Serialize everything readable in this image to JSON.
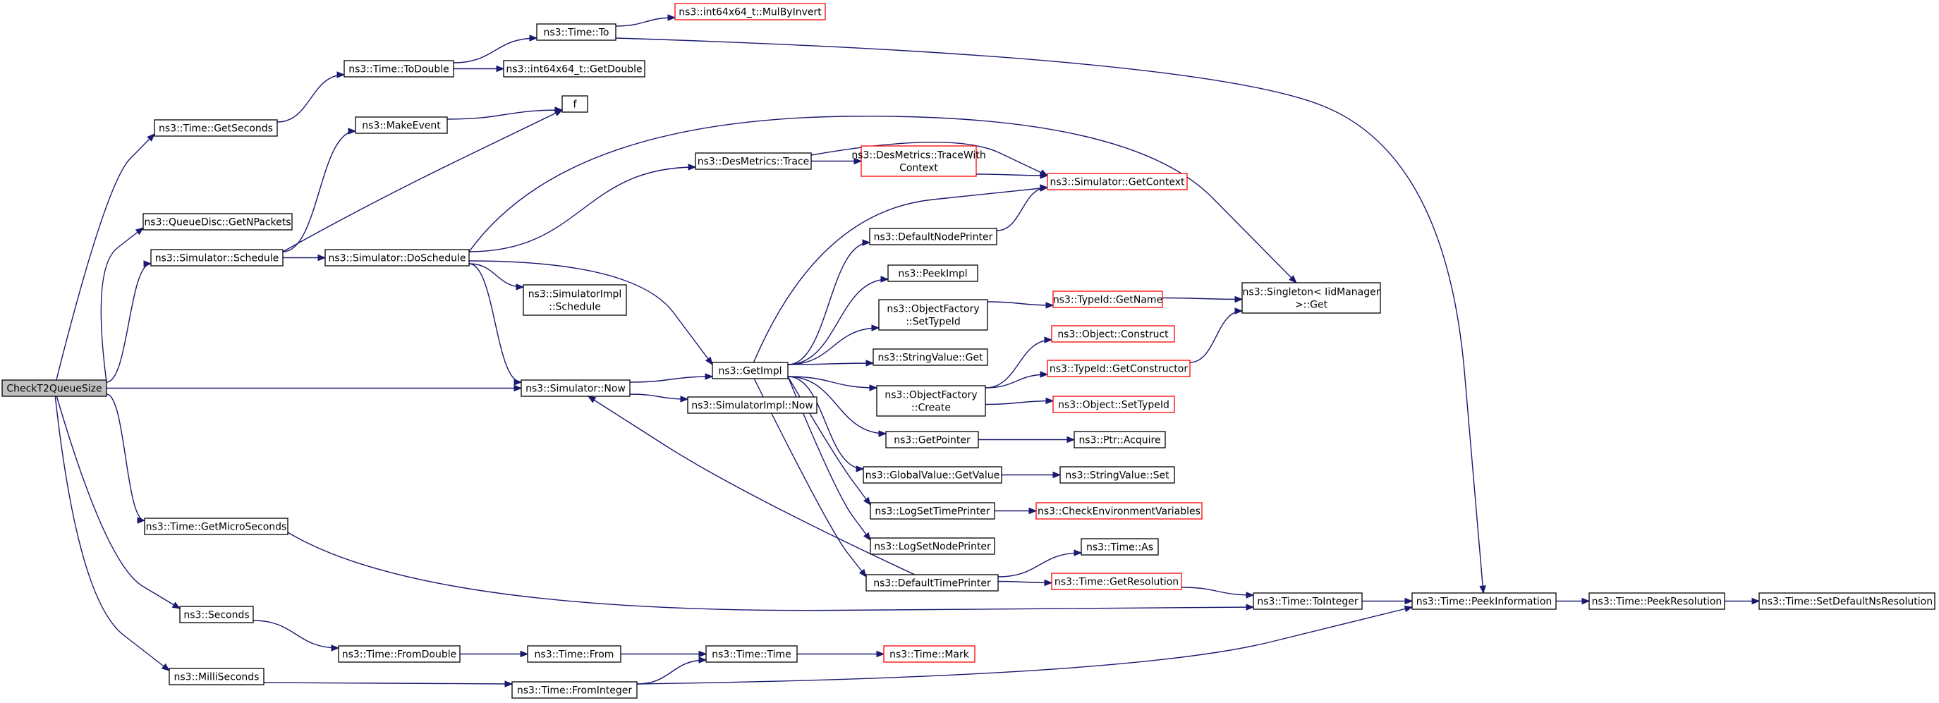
{
  "colors": {
    "edge": "#191970",
    "node_border": "#000000",
    "node_fill": "#ffffff",
    "incomplete_border": "#ff0000",
    "root_fill": "#bfbfbf"
  },
  "graph": {
    "nodes": [
      {
        "id": "root",
        "lines": [
          "CheckT2QueueSize"
        ],
        "style": "root"
      },
      {
        "id": "get_seconds",
        "lines": [
          "ns3::Time::GetSeconds"
        ],
        "style": "normal"
      },
      {
        "id": "get_npackets",
        "lines": [
          "ns3::QueueDisc::GetNPackets"
        ],
        "style": "normal"
      },
      {
        "id": "schedule",
        "lines": [
          "ns3::Simulator::Schedule"
        ],
        "style": "normal"
      },
      {
        "id": "get_micro",
        "lines": [
          "ns3::Time::GetMicroSeconds"
        ],
        "style": "normal"
      },
      {
        "id": "seconds",
        "lines": [
          "ns3::Seconds"
        ],
        "style": "normal"
      },
      {
        "id": "milli",
        "lines": [
          "ns3::MilliSeconds"
        ],
        "style": "normal"
      },
      {
        "id": "to_double",
        "lines": [
          "ns3::Time::ToDouble"
        ],
        "style": "normal"
      },
      {
        "id": "time_to",
        "lines": [
          "ns3::Time::To"
        ],
        "style": "normal"
      },
      {
        "id": "mulbyinvert",
        "lines": [
          "ns3::int64x64_t::MulByInvert"
        ],
        "style": "incomplete"
      },
      {
        "id": "getdouble",
        "lines": [
          "ns3::int64x64_t::GetDouble"
        ],
        "style": "normal"
      },
      {
        "id": "make_event",
        "lines": [
          "ns3::MakeEvent"
        ],
        "style": "normal"
      },
      {
        "id": "f",
        "lines": [
          "f"
        ],
        "style": "normal"
      },
      {
        "id": "do_schedule",
        "lines": [
          "ns3::Simulator::DoSchedule"
        ],
        "style": "normal"
      },
      {
        "id": "des_trace",
        "lines": [
          "ns3::DesMetrics::Trace"
        ],
        "style": "normal"
      },
      {
        "id": "des_trace_ctx",
        "lines": [
          "ns3::DesMetrics::TraceWith",
          "Context"
        ],
        "style": "incomplete"
      },
      {
        "id": "get_context",
        "lines": [
          "ns3::Simulator::GetContext"
        ],
        "style": "incomplete"
      },
      {
        "id": "simimpl_schedule",
        "lines": [
          "ns3::SimulatorImpl",
          "::Schedule"
        ],
        "style": "normal"
      },
      {
        "id": "sim_now",
        "lines": [
          "ns3::Simulator::Now"
        ],
        "style": "normal"
      },
      {
        "id": "get_impl",
        "lines": [
          "ns3::GetImpl"
        ],
        "style": "normal"
      },
      {
        "id": "simimpl_now",
        "lines": [
          "ns3::SimulatorImpl::Now"
        ],
        "style": "normal"
      },
      {
        "id": "default_node_printer",
        "lines": [
          "ns3::DefaultNodePrinter"
        ],
        "style": "normal"
      },
      {
        "id": "peek_impl",
        "lines": [
          "ns3::PeekImpl"
        ],
        "style": "normal"
      },
      {
        "id": "of_settypeid",
        "lines": [
          "ns3::ObjectFactory",
          "::SetTypeId"
        ],
        "style": "normal"
      },
      {
        "id": "typeid_getname",
        "lines": [
          "ns3::TypeId::GetName"
        ],
        "style": "incomplete"
      },
      {
        "id": "singleton_get",
        "lines": [
          "ns3::Singleton< IidManager",
          " >::Get"
        ],
        "style": "normal"
      },
      {
        "id": "object_construct",
        "lines": [
          "ns3::Object::Construct"
        ],
        "style": "incomplete"
      },
      {
        "id": "stringvalue_get",
        "lines": [
          "ns3::StringValue::Get"
        ],
        "style": "normal"
      },
      {
        "id": "typeid_getctor",
        "lines": [
          "ns3::TypeId::GetConstructor"
        ],
        "style": "incomplete"
      },
      {
        "id": "of_create",
        "lines": [
          "ns3::ObjectFactory",
          "::Create"
        ],
        "style": "normal"
      },
      {
        "id": "object_settypeid",
        "lines": [
          "ns3::Object::SetTypeId"
        ],
        "style": "incomplete"
      },
      {
        "id": "get_pointer",
        "lines": [
          "ns3::GetPointer"
        ],
        "style": "normal"
      },
      {
        "id": "ptr_acquire",
        "lines": [
          "ns3::Ptr::Acquire"
        ],
        "style": "normal"
      },
      {
        "id": "gv_getvalue",
        "lines": [
          "ns3::GlobalValue::GetValue"
        ],
        "style": "normal"
      },
      {
        "id": "stringvalue_set",
        "lines": [
          "ns3::StringValue::Set"
        ],
        "style": "normal"
      },
      {
        "id": "log_settimeprinter",
        "lines": [
          "ns3::LogSetTimePrinter"
        ],
        "style": "normal"
      },
      {
        "id": "check_env",
        "lines": [
          "ns3::CheckEnvironmentVariables"
        ],
        "style": "incomplete"
      },
      {
        "id": "log_setnodeprinter",
        "lines": [
          "ns3::LogSetNodePrinter"
        ],
        "style": "normal"
      },
      {
        "id": "time_as",
        "lines": [
          "ns3::Time::As"
        ],
        "style": "normal"
      },
      {
        "id": "default_time_printer",
        "lines": [
          "ns3::DefaultTimePrinter"
        ],
        "style": "normal"
      },
      {
        "id": "time_getresolution",
        "lines": [
          "ns3::Time::GetResolution"
        ],
        "style": "incomplete"
      },
      {
        "id": "time_tointeger",
        "lines": [
          "ns3::Time::ToInteger"
        ],
        "style": "normal"
      },
      {
        "id": "peek_information",
        "lines": [
          "ns3::Time::PeekInformation"
        ],
        "style": "normal"
      },
      {
        "id": "peek_resolution",
        "lines": [
          "ns3::Time::PeekResolution"
        ],
        "style": "normal"
      },
      {
        "id": "set_default_ns",
        "lines": [
          "ns3::Time::SetDefaultNsResolution"
        ],
        "style": "normal"
      },
      {
        "id": "from_double",
        "lines": [
          "ns3::Time::FromDouble"
        ],
        "style": "normal"
      },
      {
        "id": "time_from",
        "lines": [
          "ns3::Time::From"
        ],
        "style": "normal"
      },
      {
        "id": "time_time",
        "lines": [
          "ns3::Time::Time"
        ],
        "style": "normal"
      },
      {
        "id": "time_mark",
        "lines": [
          "ns3::Time::Mark"
        ],
        "style": "incomplete"
      },
      {
        "id": "from_integer",
        "lines": [
          "ns3::Time::FromInteger"
        ],
        "style": "normal"
      }
    ],
    "edges": [
      {
        "from": "root",
        "to": "get_seconds"
      },
      {
        "from": "root",
        "to": "get_npackets"
      },
      {
        "from": "root",
        "to": "schedule"
      },
      {
        "from": "root",
        "to": "sim_now"
      },
      {
        "from": "root",
        "to": "get_micro"
      },
      {
        "from": "root",
        "to": "seconds"
      },
      {
        "from": "root",
        "to": "milli"
      },
      {
        "from": "get_seconds",
        "to": "to_double"
      },
      {
        "from": "to_double",
        "to": "time_to"
      },
      {
        "from": "to_double",
        "to": "getdouble"
      },
      {
        "from": "time_to",
        "to": "mulbyinvert"
      },
      {
        "from": "time_to",
        "to": "peek_information"
      },
      {
        "from": "schedule",
        "to": "make_event"
      },
      {
        "from": "schedule",
        "to": "f"
      },
      {
        "from": "schedule",
        "to": "do_schedule"
      },
      {
        "from": "make_event",
        "to": "f"
      },
      {
        "from": "do_schedule",
        "to": "des_trace"
      },
      {
        "from": "do_schedule",
        "to": "singleton_get"
      },
      {
        "from": "do_schedule",
        "to": "get_impl"
      },
      {
        "from": "do_schedule",
        "to": "simimpl_schedule"
      },
      {
        "from": "do_schedule",
        "to": "sim_now"
      },
      {
        "from": "des_trace",
        "to": "des_trace_ctx"
      },
      {
        "from": "des_trace",
        "to": "get_context"
      },
      {
        "from": "des_trace_ctx",
        "to": "get_context"
      },
      {
        "from": "sim_now",
        "to": "get_impl"
      },
      {
        "from": "sim_now",
        "to": "simimpl_now"
      },
      {
        "from": "get_impl",
        "to": "get_context"
      },
      {
        "from": "get_impl",
        "to": "default_node_printer"
      },
      {
        "from": "get_impl",
        "to": "peek_impl"
      },
      {
        "from": "get_impl",
        "to": "of_settypeid"
      },
      {
        "from": "get_impl",
        "to": "stringvalue_get"
      },
      {
        "from": "get_impl",
        "to": "of_create"
      },
      {
        "from": "get_impl",
        "to": "get_pointer"
      },
      {
        "from": "get_impl",
        "to": "gv_getvalue"
      },
      {
        "from": "get_impl",
        "to": "log_settimeprinter"
      },
      {
        "from": "get_impl",
        "to": "log_setnodeprinter"
      },
      {
        "from": "get_impl",
        "to": "default_time_printer"
      },
      {
        "from": "default_node_printer",
        "to": "get_context"
      },
      {
        "from": "of_settypeid",
        "to": "typeid_getname"
      },
      {
        "from": "typeid_getname",
        "to": "singleton_get"
      },
      {
        "from": "of_create",
        "to": "object_construct"
      },
      {
        "from": "of_create",
        "to": "typeid_getctor"
      },
      {
        "from": "of_create",
        "to": "object_settypeid"
      },
      {
        "from": "typeid_getctor",
        "to": "singleton_get"
      },
      {
        "from": "get_pointer",
        "to": "ptr_acquire"
      },
      {
        "from": "gv_getvalue",
        "to": "stringvalue_set"
      },
      {
        "from": "log_settimeprinter",
        "to": "check_env"
      },
      {
        "from": "default_time_printer",
        "to": "sim_now"
      },
      {
        "from": "default_time_printer",
        "to": "time_as"
      },
      {
        "from": "default_time_printer",
        "to": "time_getresolution"
      },
      {
        "from": "time_getresolution",
        "to": "time_tointeger"
      },
      {
        "from": "get_micro",
        "to": "time_tointeger"
      },
      {
        "from": "time_tointeger",
        "to": "peek_information"
      },
      {
        "from": "peek_information",
        "to": "peek_resolution"
      },
      {
        "from": "peek_resolution",
        "to": "set_default_ns"
      },
      {
        "from": "seconds",
        "to": "from_double"
      },
      {
        "from": "from_double",
        "to": "time_from"
      },
      {
        "from": "time_from",
        "to": "time_time"
      },
      {
        "from": "time_time",
        "to": "time_mark"
      },
      {
        "from": "milli",
        "to": "from_integer"
      },
      {
        "from": "from_integer",
        "to": "time_time"
      },
      {
        "from": "from_integer",
        "to": "peek_information"
      }
    ]
  }
}
